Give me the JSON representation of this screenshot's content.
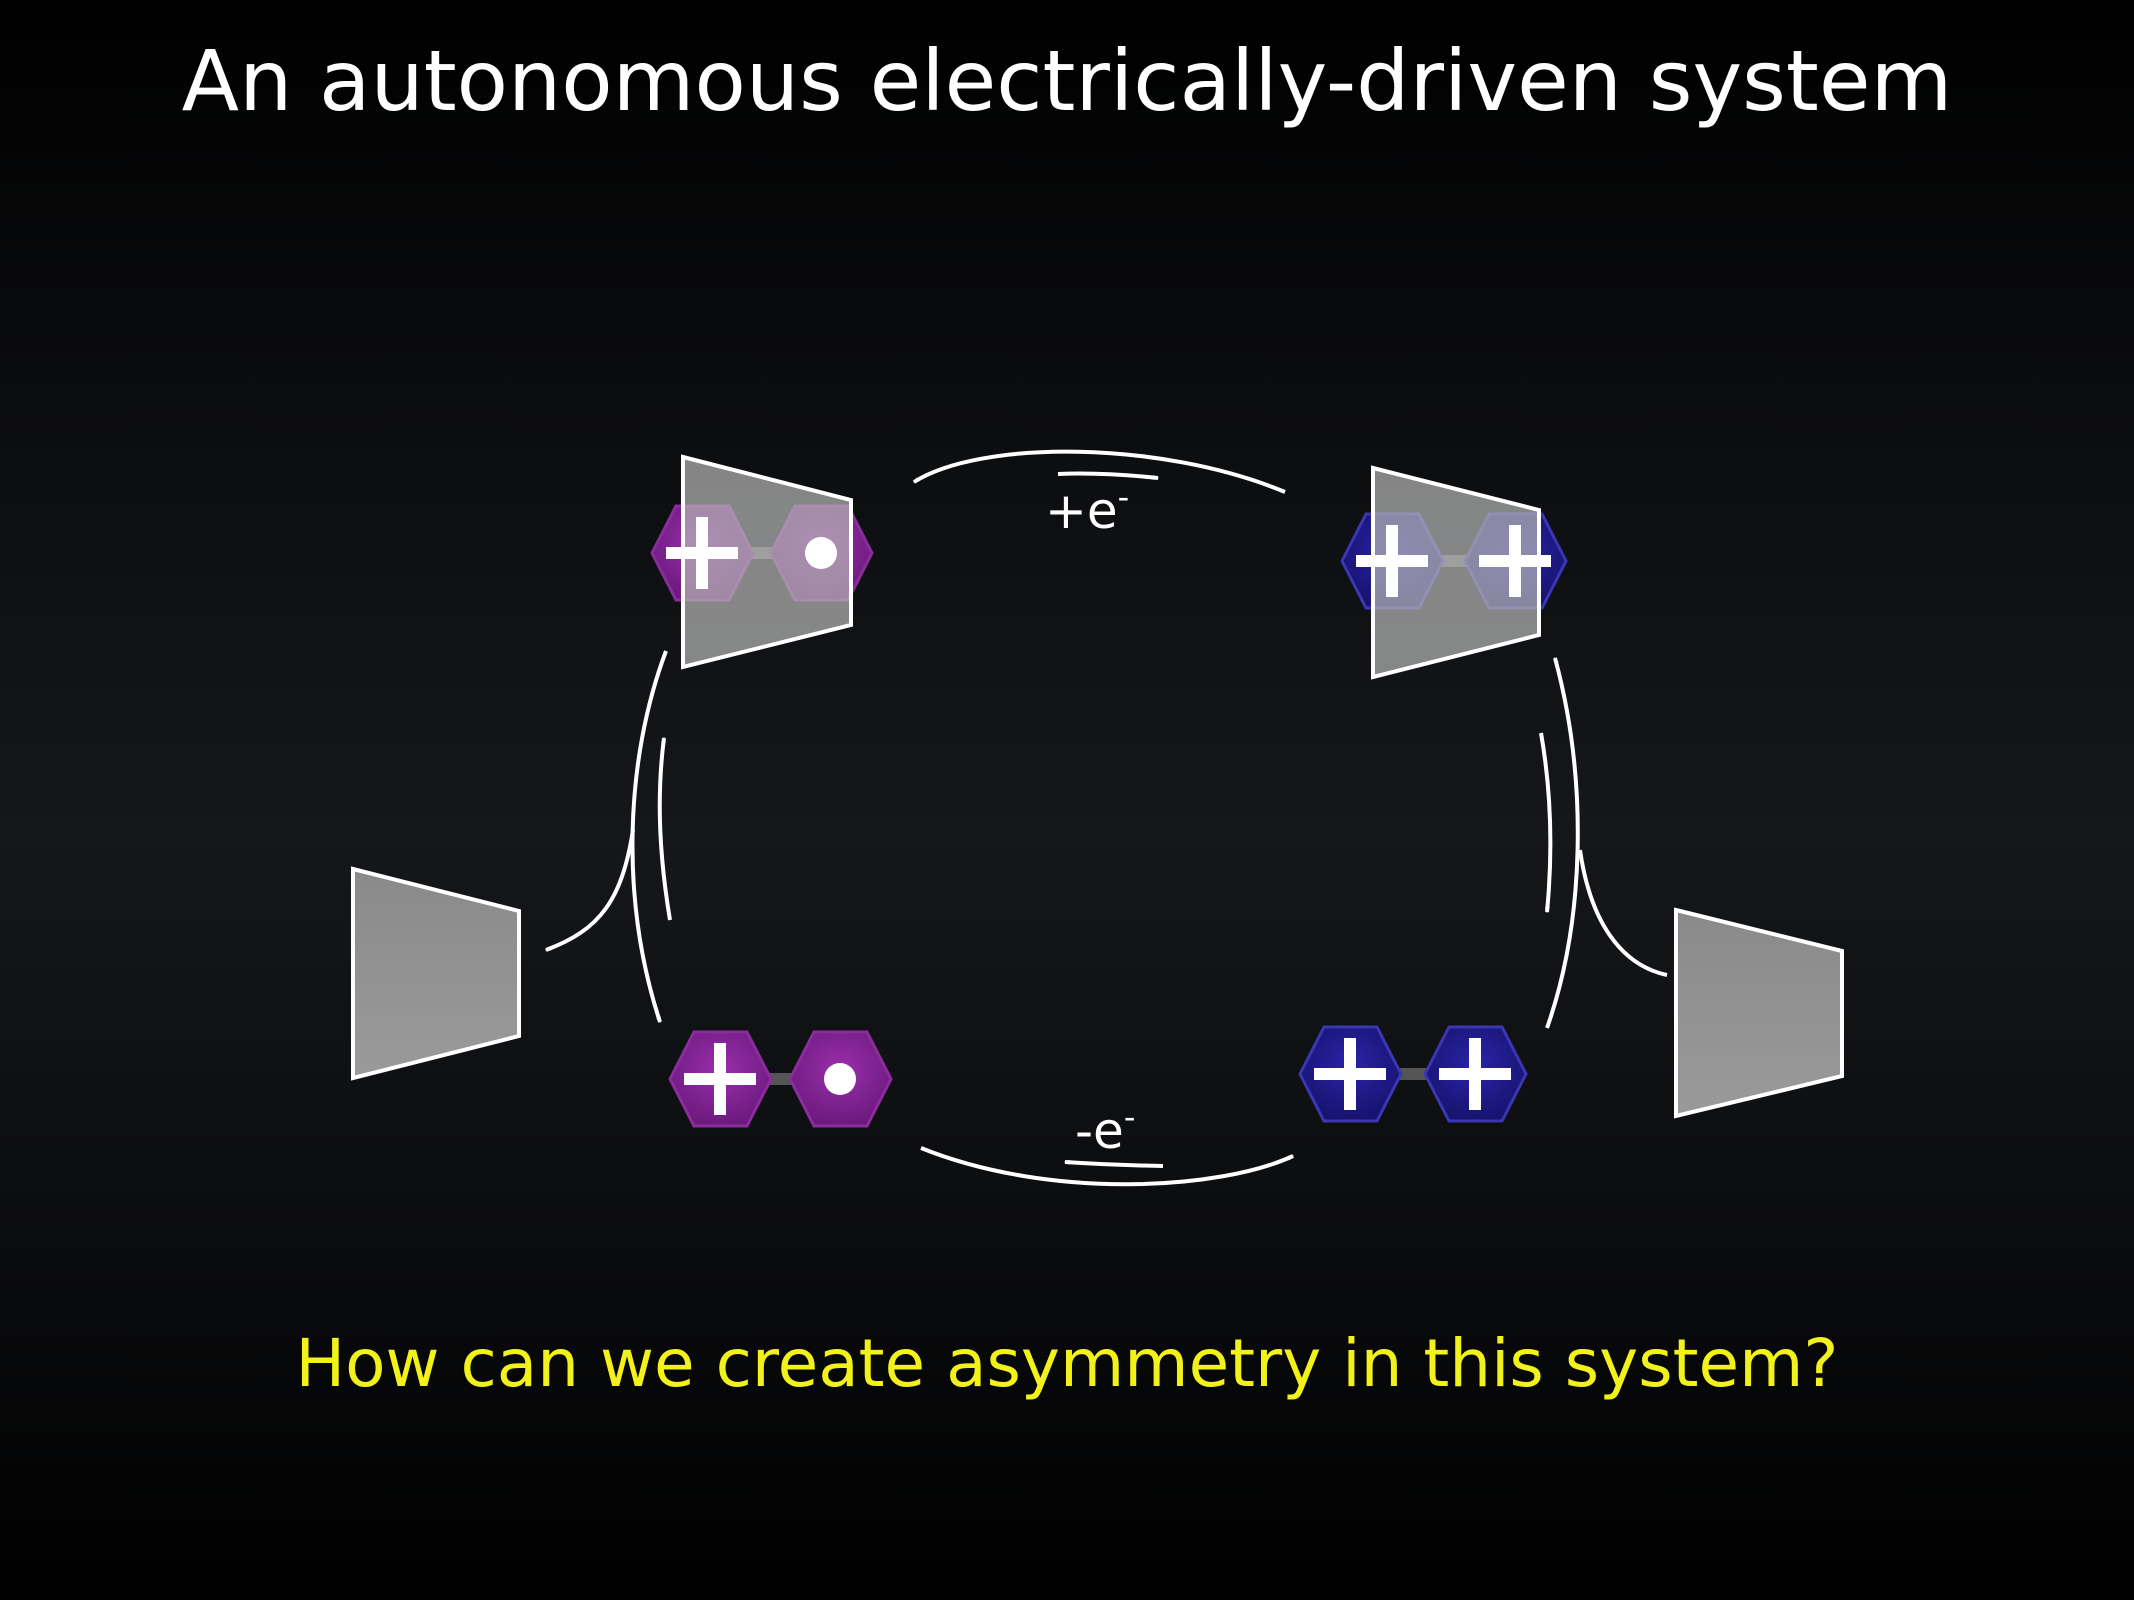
{
  "slide": {
    "title": "An autonomous electrically-driven system",
    "question": "How can we create asymmetry in this system?"
  },
  "diagram": {
    "top_transition": {
      "label_sign": "+e",
      "label_charge": "-"
    },
    "bottom_transition": {
      "label_sign": "-e",
      "label_charge": "-"
    },
    "molecule_symbols": {
      "plus": "+",
      "dot": "●"
    }
  },
  "colors": {
    "background": "#000000",
    "title_text": "#ffffff",
    "question_text": "#f2f21a",
    "electrode_fill": "#8e8e8e",
    "electrode_stroke": "#ffffff",
    "purple_molecule": "#7d1f8f",
    "blue_molecule": "#1f1a88",
    "arrow": "#ffffff"
  }
}
